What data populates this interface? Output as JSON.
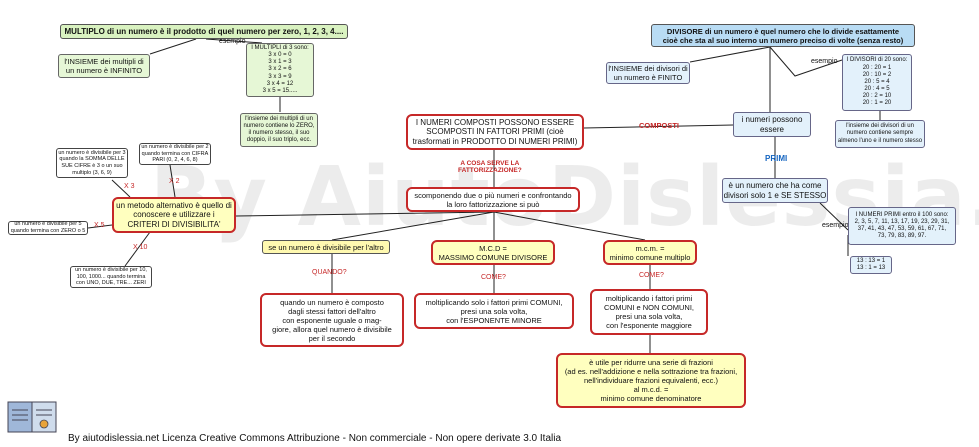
{
  "watermark": "By AiutoDislessia.net",
  "footer": "By aiutodislessia.net Licenza Creative Commons Attribuzione - Non commerciale - Non opere derivate 3.0 Italia",
  "left": {
    "multiplo_def": "MULTIPLO di un numero è il prodotto di quel numero per zero, 1, 2, 3, 4....",
    "insieme_multipli": "l'INSIEME dei multipli di\nun numero è INFINITO",
    "esempio": "esempio",
    "multipli_3": "I MULTIPLI di 3 sono:\n3 x 0 = 0\n3 x 1 = 3\n3 x 2 = 6\n3 x 3 = 9\n3 x 4 = 12\n3 x 5 = 15.....",
    "multipli_note": "l'insieme dei multipli di un\nnumero contiene lo ZERO,\nil numero stesso, il suo\ndoppio, il suo triplo, ecc.",
    "div2": "un numero è divisibile per 2\nquando termina con CIFRA\nPARI (0, 2, 4, 6, 8)",
    "div3": "un numero è divisibile per 3\nquando la SOMMA DELLE\nSUE CIFRE è 3 o un suo\nmultiplo (3, 6, 9)",
    "div5": "un numero è divisibile per 5\nquando termina con ZERO o 5",
    "div10": "un numero è divisibile per 10,\n100, 1000... quando termina\ncon UNO, DUE, TRE... ZERI",
    "x2": "X 2",
    "x3": "X 3",
    "x5": "X 5",
    "x10": "X 10",
    "metodo": "un metodo alternativo è quello di\nconoscere e utilizzare i\nCRITERI DI DIVISIBILITA'",
    "divisibile": "se un numero è divisibile per l'altro",
    "quando": "QUANDO?",
    "quando_text": "quando un numero è composto\ndagli stessi fattori dell'altro\ncon esponente uguale o mag-\ngiore, allora quel numero è divisibile\nper il secondo"
  },
  "center": {
    "composti": "I NUMERI COMPOSTI POSSONO ESSERE\nSCOMPOSTI IN FATTORI PRIMI (cioè\ntrasformati in PRODOTTO DI NUMERI PRIMI)",
    "composti_label": "COMPOSTI",
    "a_cosa": "A COSA SERVE LA\nFATTORIZZAZIONE?",
    "scomponendo": "scomponendo due o più numeri e confrontando\nla loro fattorizzazione si può",
    "mcd": "M.C.D =\nMASSIMO COMUNE DIVISORE",
    "mcm": "m.c.m. =\nminimo comune multiplo",
    "come1": "COME?",
    "come2": "COME?",
    "mcd_text": "moltiplicando solo i fattori primi COMUNI,\npresi una sola volta,\ncon l'ESPONENTE MINORE",
    "mcm_text": "moltiplicando i fattori primi\nCOMUNI e NON COMUNI,\npresi una sola volta,\ncon l'esponente maggiore",
    "frazioni": "è utile per ridurre una serie di frazioni\n(ad es. nell'addizione e nella sottrazione tra frazioni,\nnell'individuare frazioni equivalenti, ecc.)\nal m.c.d. =\nminimo comune denominatore"
  },
  "right": {
    "divisore_def": "DIVISORE di un numero è quel numero che lo divide esattamente\ncioè che sta al suo interno un numero preciso di volte (senza resto)",
    "insieme_divisori": "l'INSIEME dei divisori di\nun numero è FINITO",
    "esempio": "esempio",
    "divisori_20": "I DIVISORI di 20 sono:\n20 : 20 = 1\n20 : 10 = 2\n20 : 5 = 4\n20 : 4 = 5\n20 : 2 = 10\n20 : 1 = 20",
    "divisori_note": "l'insieme dei divisori di un\nnumero contiene sempre\nalmeno l'uno e il numero stesso",
    "possono": "i numeri possono\nessere",
    "primi_label": "PRIMI",
    "primo_def": "è un numero che ha come\ndivisori solo 1 e SE STESSO",
    "esempio2": "esempio",
    "primi_list": "I NUMERI PRIMI entro il 100 sono:\n2, 3, 5, 7, 11, 13, 17, 19, 23, 29, 31,\n37, 41, 43, 47, 53, 59, 61, 67, 71,\n73, 79, 83, 89, 97.",
    "div13": "13 : 13 = 1\n13 : 1 = 13"
  }
}
